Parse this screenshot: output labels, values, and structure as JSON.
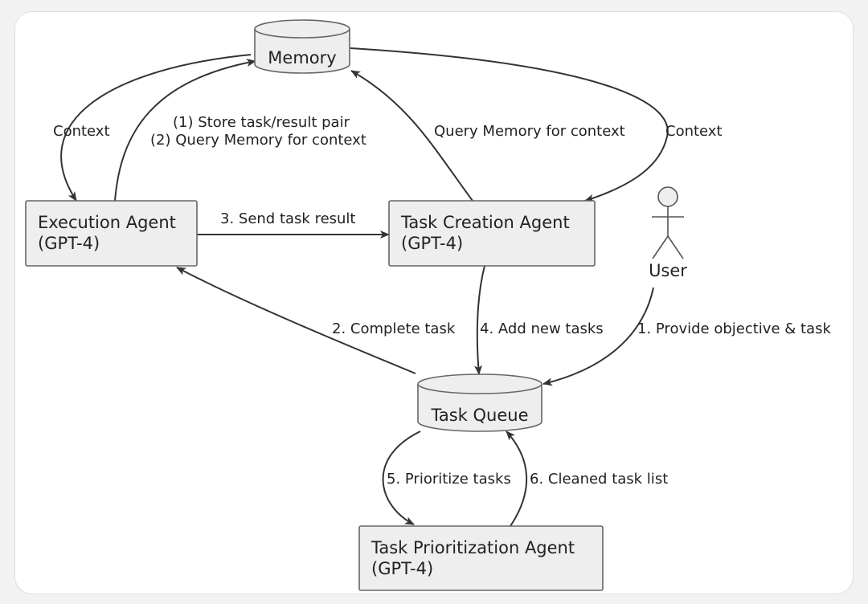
{
  "nodes": {
    "memory": {
      "label": "Memory"
    },
    "task_queue": {
      "label": "Task Queue"
    },
    "execution_agent": {
      "title": "Execution Agent",
      "subtitle": "(GPT-4)"
    },
    "task_creation_agent": {
      "title": "Task Creation Agent",
      "subtitle": "(GPT-4)"
    },
    "task_prioritization_agent": {
      "title": "Task Prioritization Agent",
      "subtitle": "(GPT-4)"
    },
    "user": {
      "label": "User"
    }
  },
  "edges": {
    "memory_to_execution": "Context",
    "execution_to_memory_1": "(1) Store task/result pair",
    "execution_to_memory_2": "(2) Query Memory for context",
    "creation_to_memory": "Query Memory for context",
    "memory_to_creation": "Context",
    "execution_to_creation": "3. Send task result",
    "queue_to_execution": "2. Complete task",
    "creation_to_queue": "4. Add new tasks",
    "user_to_queue": "1. Provide objective & task",
    "queue_to_prioritization": "5. Prioritize tasks",
    "prioritization_to_queue": "6. Cleaned task list"
  }
}
